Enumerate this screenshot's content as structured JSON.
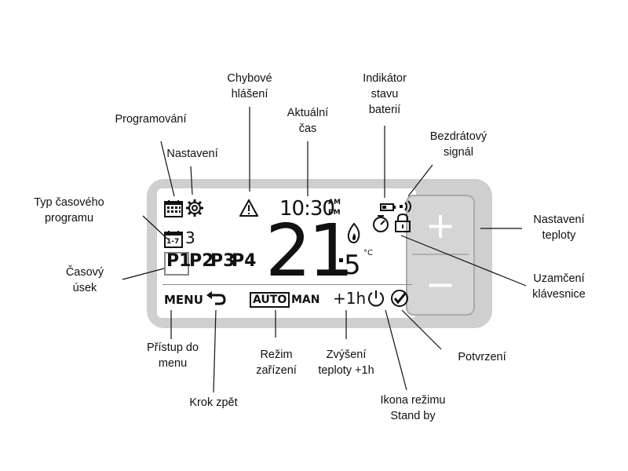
{
  "labels": {
    "programovani": "Programování",
    "nastaveni": "Nastavení",
    "chybove_hlaseni": "Chybové\nhlášení",
    "aktualni_cas": "Aktuální\nčas",
    "indikator_baterii": "Indikátor\nstavu\nbaterií",
    "bezdratovy_signal": "Bezdrátový\nsignál",
    "typ_programu": "Typ časového\nprogramu",
    "casovy_usek": "Časový\núsek",
    "nastaveni_teploty": "Nastavení\nteploty",
    "uzamceni": "Uzamčení\nklávesnice",
    "pristup_menu": "Přístup do\nmenu",
    "krok_zpet": "Krok zpět",
    "rezim_zarizeni": "Režim\nzařízení",
    "zvyseni_teploty": "Zvýšení\nteploty +1h",
    "potvrzeni": "Potvrzení",
    "standby": "Ikona režimu\nStand by"
  },
  "display": {
    "time": "10:30",
    "am": "AM",
    "pm": "PM",
    "program_day": "1-7",
    "program_type": "3",
    "periods": [
      "P1",
      "P2",
      "P3",
      "P4"
    ],
    "temp_main": "21",
    "temp_decimal": "5",
    "unit": "°C",
    "menu": "MENU",
    "auto": "AUTO",
    "man": "MAN",
    "plus1h": "+1h"
  },
  "buttons": {
    "plus": "+",
    "minus": "−"
  }
}
